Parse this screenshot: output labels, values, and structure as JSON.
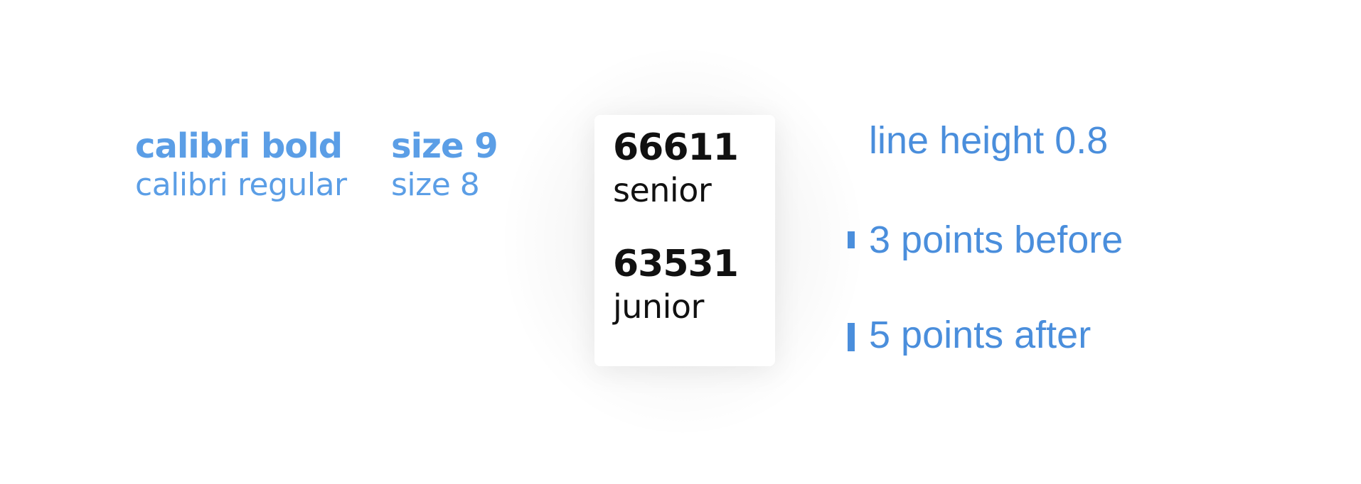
{
  "font_legend": {
    "bold_font": "calibri bold",
    "bold_size": "size 9",
    "regular_font": "calibri regular",
    "regular_size": "size 8"
  },
  "card": {
    "entries": [
      {
        "number": "66611",
        "label": "senior"
      },
      {
        "number": "63531",
        "label": "junior"
      }
    ]
  },
  "annotations": {
    "line_height": "line height 0.8",
    "points_before": "3 points before",
    "points_after": "5 points after"
  },
  "colors": {
    "legend_text": "#5b9ee6",
    "annotation_text": "#4a8edc",
    "card_text": "#111111"
  }
}
